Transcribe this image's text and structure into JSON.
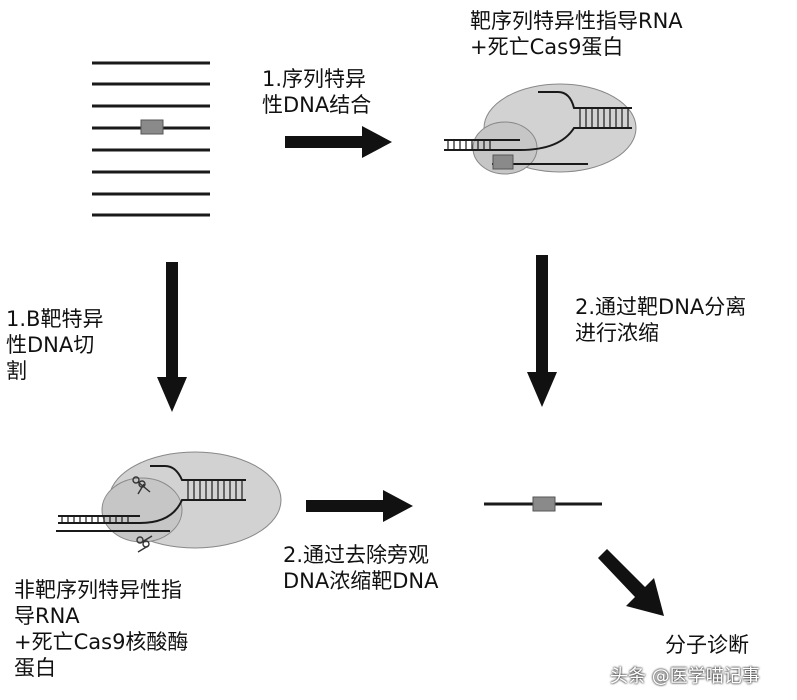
{
  "labels": {
    "top_right": "靶序列特异性指导RNA\n+死亡Cas9蛋白",
    "step1_top": "1.序列特异\n性DNA结合",
    "step1_left": "1.B靶特异\n性DNA切\n割",
    "step2_right": "2.通过靶DNA分离\n进行浓缩",
    "bottom_left": "非靶序列特异性指\n导RNA\n+死亡Cas9核酸酶\n蛋白",
    "step2_bottom": "2.通过去除旁观\nDNA浓缩靶DNA",
    "result": "分子诊断"
  },
  "watermark": "头条 @医学喵记事",
  "colors": {
    "line": "#1a1a1a",
    "blob": "#d2d2d2",
    "target": "#8a8a8a"
  }
}
